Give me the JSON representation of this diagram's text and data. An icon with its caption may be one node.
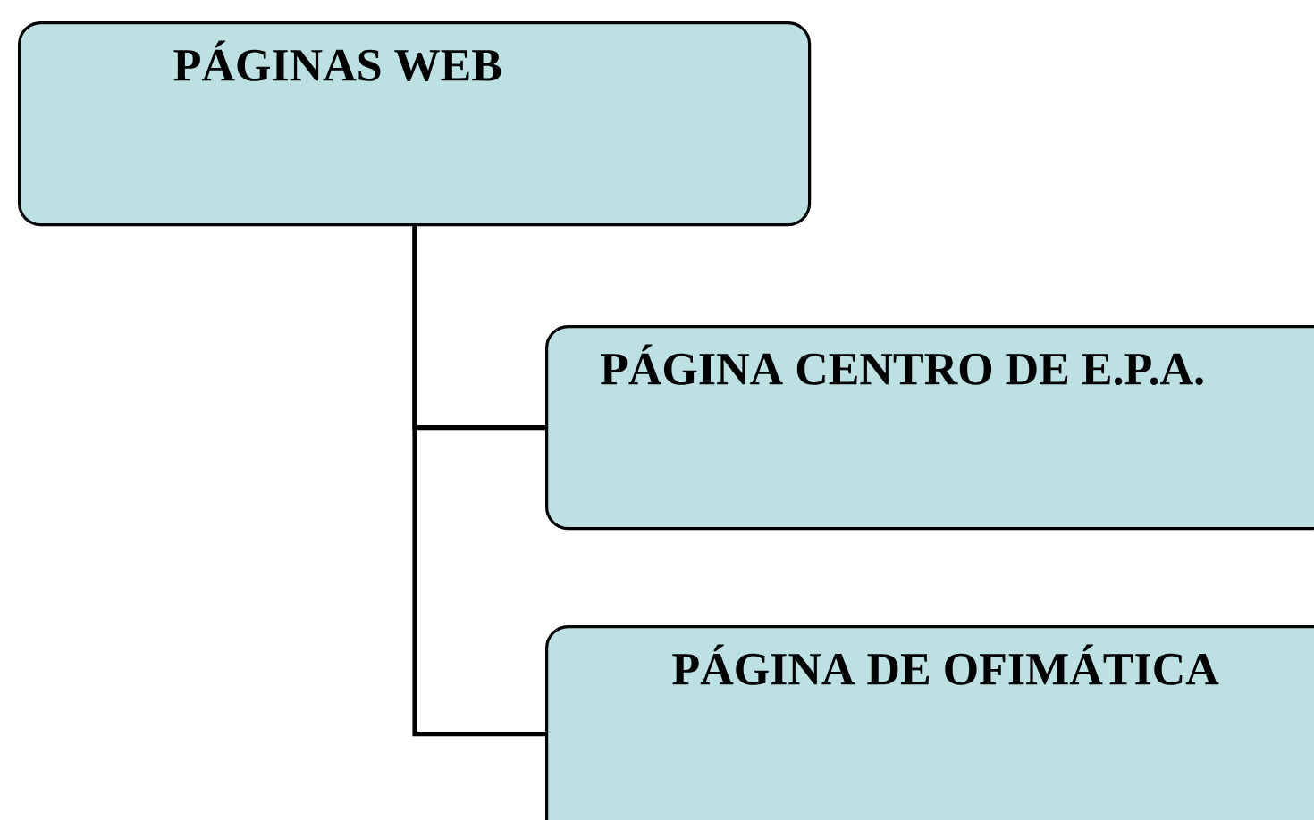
{
  "diagram": {
    "nodes": [
      {
        "text": [
          "PÁGINAS WEB"
        ]
      },
      {
        "text": [
          "PÁGINA CENTRO DE E.P.A."
        ]
      },
      {
        "text": [
          "PÁGINA DE OFIMÁTICA"
        ]
      }
    ],
    "edges": [
      {
        "from": 0,
        "to": 1,
        "arrow": "none"
      },
      {
        "from": 0,
        "to": 2,
        "arrow": "none"
      }
    ]
  }
}
